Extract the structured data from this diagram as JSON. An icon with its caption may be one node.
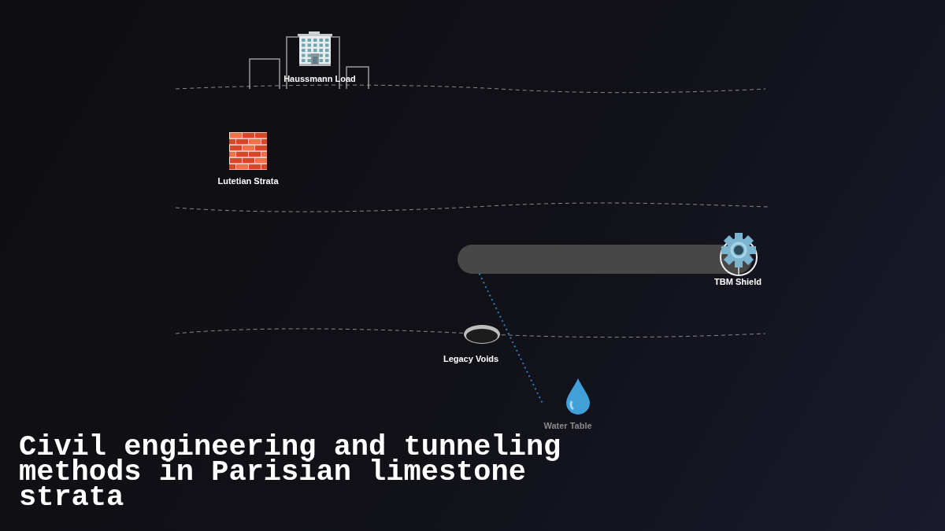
{
  "diagram": {
    "title": "Civil engineering and tunneling methods in Parisian limestone strata",
    "nodes": [
      {
        "text": [
          "Haussmann Load"
        ]
      },
      {
        "text": [
          "Lutetian Strata"
        ]
      },
      {
        "text": [],
        "shape": "bar"
      },
      {
        "text": [
          "TBM Shield"
        ]
      },
      {
        "text": [
          "Legacy Voids"
        ]
      },
      {
        "text": [
          "Water Table"
        ]
      }
    ],
    "edges": [
      {
        "from": 2,
        "to": 5,
        "arrow": "none",
        "style": "dashed",
        "color": "#2f7fbf"
      }
    ]
  }
}
